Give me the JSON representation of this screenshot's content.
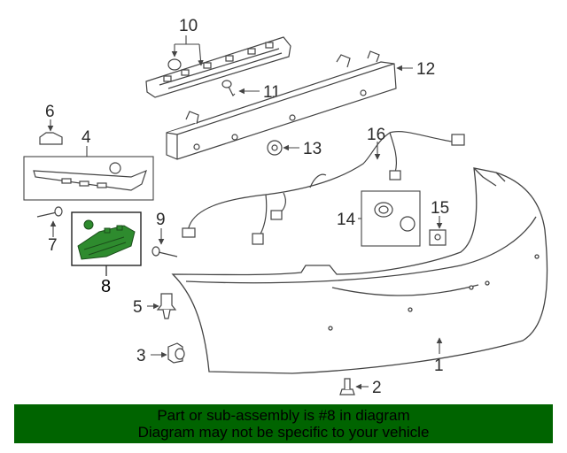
{
  "callouts": [
    "1",
    "2",
    "3",
    "4",
    "5",
    "6",
    "7",
    "8",
    "9",
    "10",
    "11",
    "12",
    "13",
    "14",
    "15",
    "16"
  ],
  "highlight_color": "#2E8B2E",
  "banner": {
    "line1": "Part or sub-assembly is #8 in diagram",
    "line2": "Diagram may not be specific to your vehicle",
    "background": "#006400"
  }
}
